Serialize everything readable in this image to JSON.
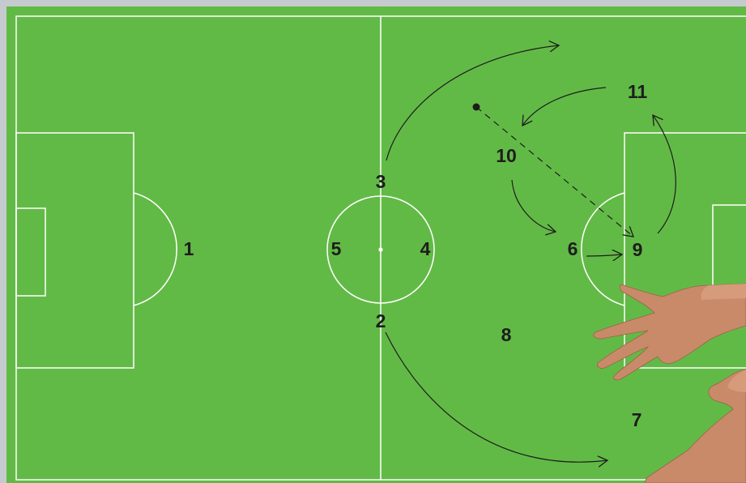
{
  "colors": {
    "pitch": "#62ba46",
    "lines": "#ffffff",
    "ink": "#1d1d1d",
    "skin": "#c98a6a",
    "frame": "#c4cacd"
  },
  "players": [
    {
      "id": "p1",
      "label": "1"
    },
    {
      "id": "p2",
      "label": "2"
    },
    {
      "id": "p3",
      "label": "3"
    },
    {
      "id": "p4",
      "label": "4"
    },
    {
      "id": "p5",
      "label": "5"
    },
    {
      "id": "p6",
      "label": "6"
    },
    {
      "id": "p7",
      "label": "7"
    },
    {
      "id": "p8",
      "label": "8"
    },
    {
      "id": "p9",
      "label": "9"
    },
    {
      "id": "p10",
      "label": "10"
    },
    {
      "id": "p11",
      "label": "11"
    }
  ],
  "annotations": {
    "runs": [
      {
        "from": "3",
        "direction": "forward-right"
      },
      {
        "from": "2",
        "direction": "forward-right-wide"
      },
      {
        "from": "10",
        "to": "6"
      },
      {
        "from": "6",
        "to": "9"
      },
      {
        "from": "9",
        "to": "11"
      },
      {
        "from": "11",
        "to": "10"
      }
    ],
    "pass": {
      "style": "dashed",
      "to": "9"
    },
    "ball": "ball-marker"
  },
  "hand_icon": "presenter-hands"
}
